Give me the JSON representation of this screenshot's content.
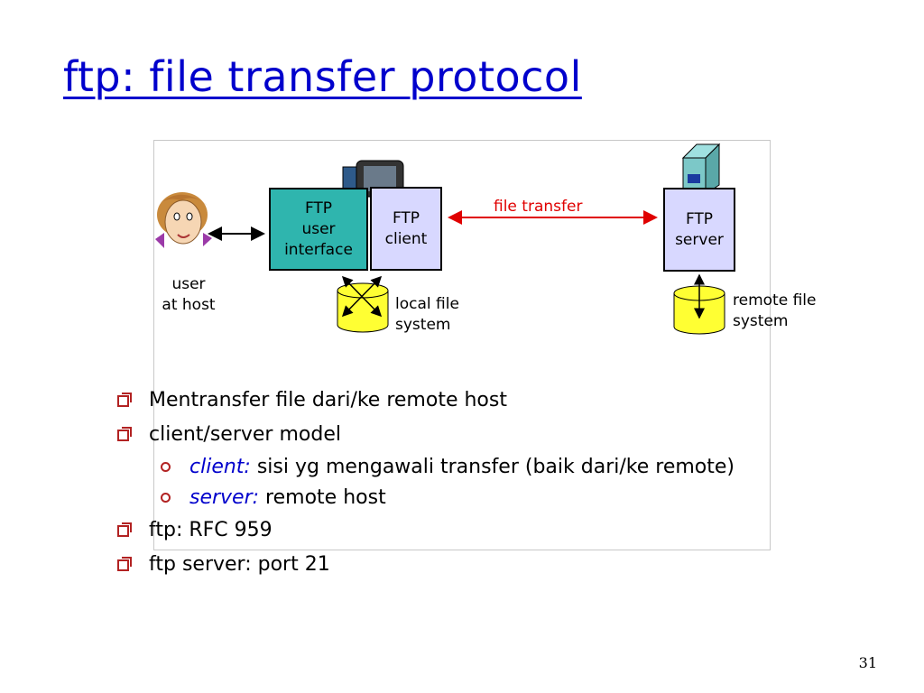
{
  "slide": {
    "title": "ftp: file transfer protocol",
    "page_number": "31"
  },
  "diagram": {
    "ftp_user_interface": [
      "FTP",
      "user",
      "interface"
    ],
    "ftp_client": [
      "FTP",
      "client"
    ],
    "ftp_server": [
      "FTP",
      "server"
    ],
    "file_transfer_label": "file transfer",
    "user_label": [
      "user",
      "at host"
    ],
    "local_fs_label": [
      "local file",
      "system"
    ],
    "remote_fs_label": [
      "remote file",
      "system"
    ],
    "colors": {
      "ui_box": "#2fb5ae",
      "client_server_box": "#d8d8ff",
      "file_transfer": "#e00000",
      "disk": "#ffff33",
      "title": "#0000cc",
      "bullet": "#b22222"
    }
  },
  "bullets": [
    {
      "text": "Mentransfer file dari/ke remote host"
    },
    {
      "text": "client/server model",
      "sub": [
        {
          "em": "client:",
          "text": " sisi yg mengawali transfer (baik dari/ke remote)"
        },
        {
          "em": "server:",
          "text": " remote host"
        }
      ]
    },
    {
      "text": "ftp: RFC 959"
    },
    {
      "text": "ftp server: port 21"
    }
  ]
}
